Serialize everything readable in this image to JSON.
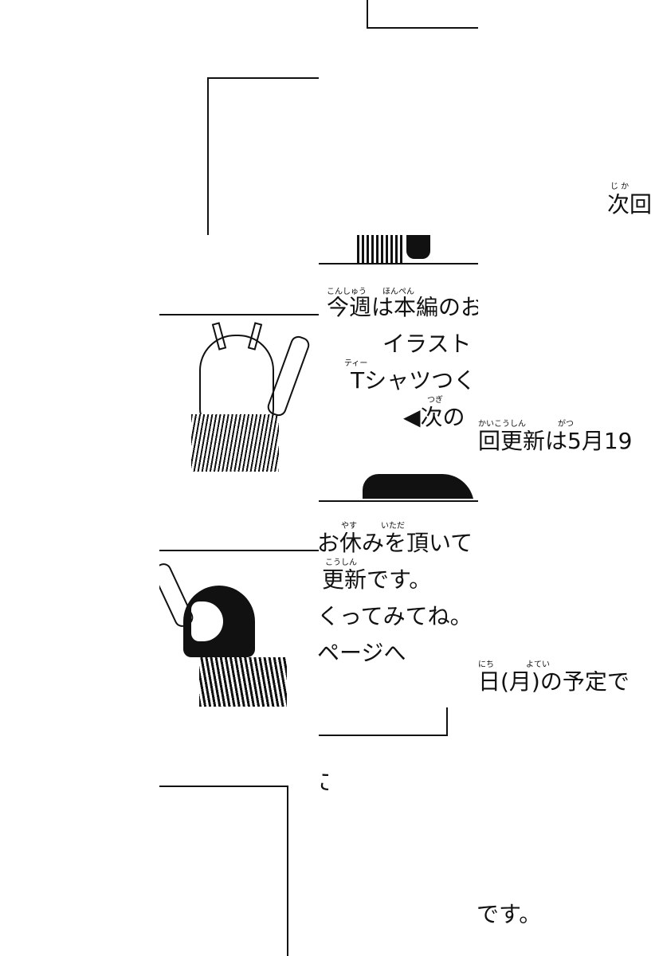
{
  "fragments": {
    "next_top": "次回",
    "next_top_ruby": "じ か",
    "line1": "今週は本編のお",
    "line1_ruby": "こんしゅう　　ほんぺん",
    "line2": "イラスト",
    "line3": "Tシャツつく",
    "line3_ruby": "ティー",
    "line4": "◀次の",
    "line4_ruby": "つぎ",
    "update_line": "回更新は5月19",
    "update_ruby": "かいこうしん　　　　がつ",
    "rest_line": "お休みを頂いて",
    "rest_ruby": "やす　　　いただ",
    "update2": "更新です。",
    "update2_ruby": "こうしん",
    "try_line": "くってみてね。",
    "page_line": "ページへ",
    "date_line": "日(月)の予定で",
    "date_ruby": "にち　　　　よてい",
    "bottom_line": "です。",
    "mark": "こ"
  }
}
